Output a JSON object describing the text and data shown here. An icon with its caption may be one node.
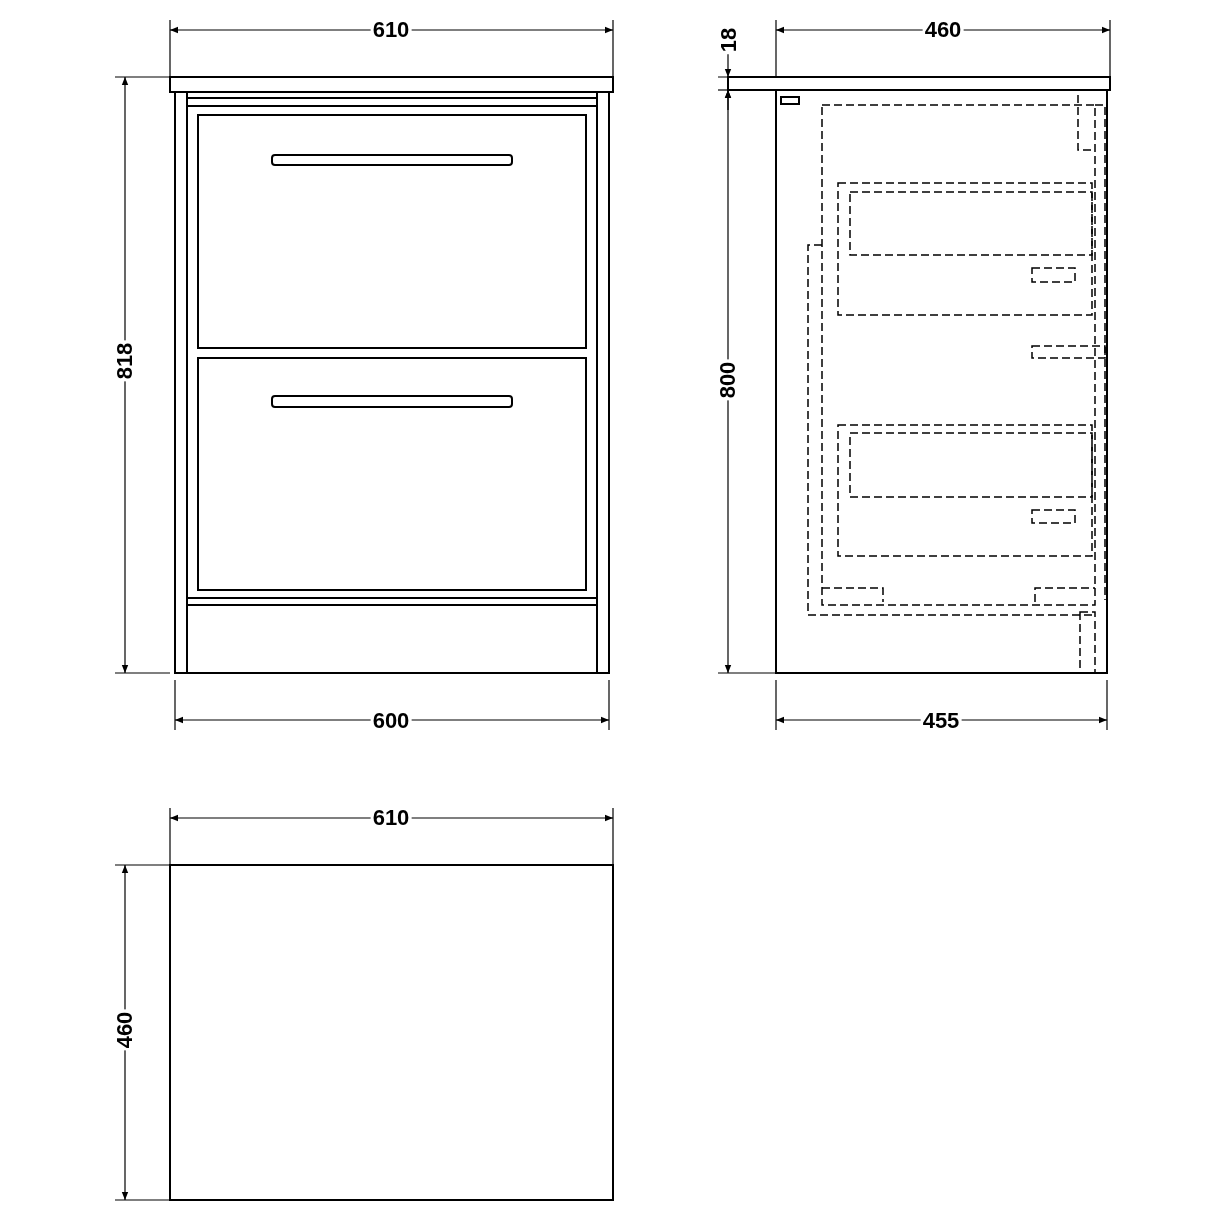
{
  "diagram": {
    "labels": [
      "610",
      "18",
      "460",
      "818",
      "800",
      "600",
      "455",
      "610",
      "460"
    ]
  }
}
